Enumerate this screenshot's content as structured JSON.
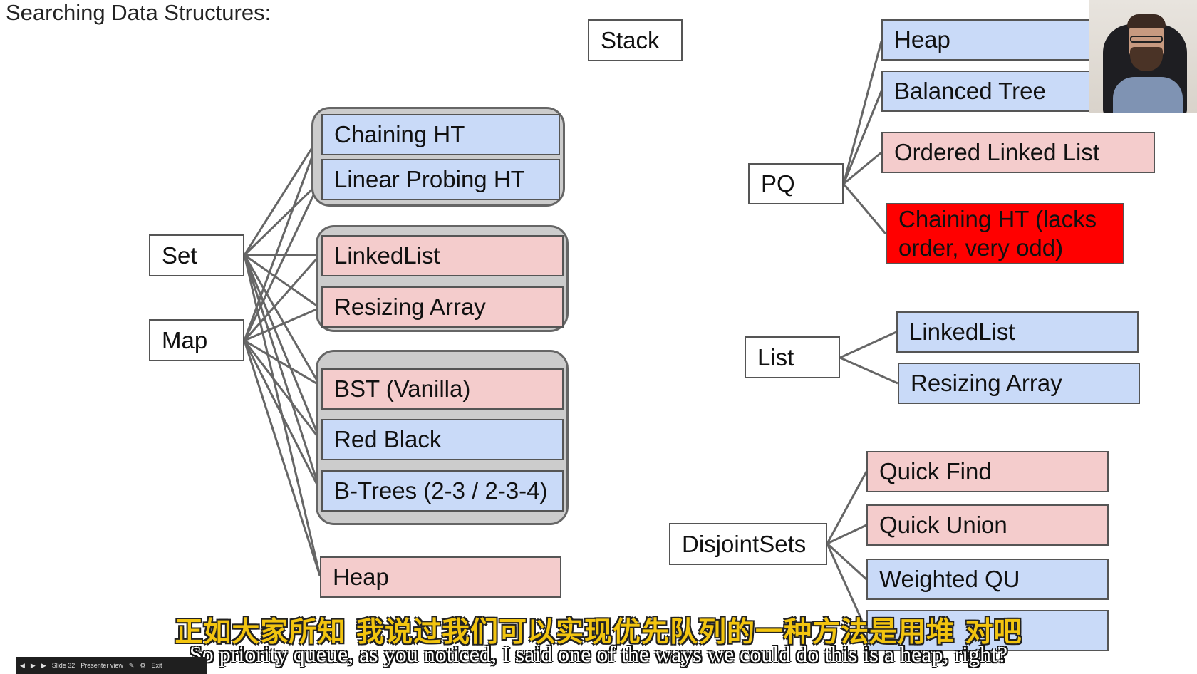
{
  "title": "Searching Data Structures:",
  "stack": {
    "label": "Stack"
  },
  "set_map": {
    "set": "Set",
    "map": "Map",
    "hash_tables": [
      "Chaining HT",
      "Linear Probing HT"
    ],
    "linear": [
      "LinkedList",
      "Resizing Array"
    ],
    "trees": [
      "BST (Vanilla)",
      "Red Black",
      "B-Trees (2-3 / 2-3-4)"
    ],
    "heap": "Heap"
  },
  "pq": {
    "label": "PQ",
    "impls": [
      "Heap",
      "Balanced Tree",
      "Ordered Linked List",
      "Chaining HT (lacks order, very odd)"
    ]
  },
  "list": {
    "label": "List",
    "impls": [
      "LinkedList",
      "Resizing Array"
    ]
  },
  "disjoint_sets": {
    "label": "DisjointSets",
    "impls": [
      "Quick Find",
      "Quick Union",
      "Weighted QU",
      ""
    ]
  },
  "colors": {
    "blue": "#c9daf8",
    "pink": "#f4cccc",
    "red": "#ff0000",
    "group": "#cccccc"
  },
  "subtitles": {
    "chinese": "正如大家所知 我说过我们可以实现优先队列的一种方法是用堆 对吧",
    "english": "So priority queue, as you noticed, I said one of the ways we could do this is a heap, right?"
  },
  "toolbar": {
    "slide": "Slide 32",
    "presenter": "Presenter view",
    "exit": "Exit"
  }
}
